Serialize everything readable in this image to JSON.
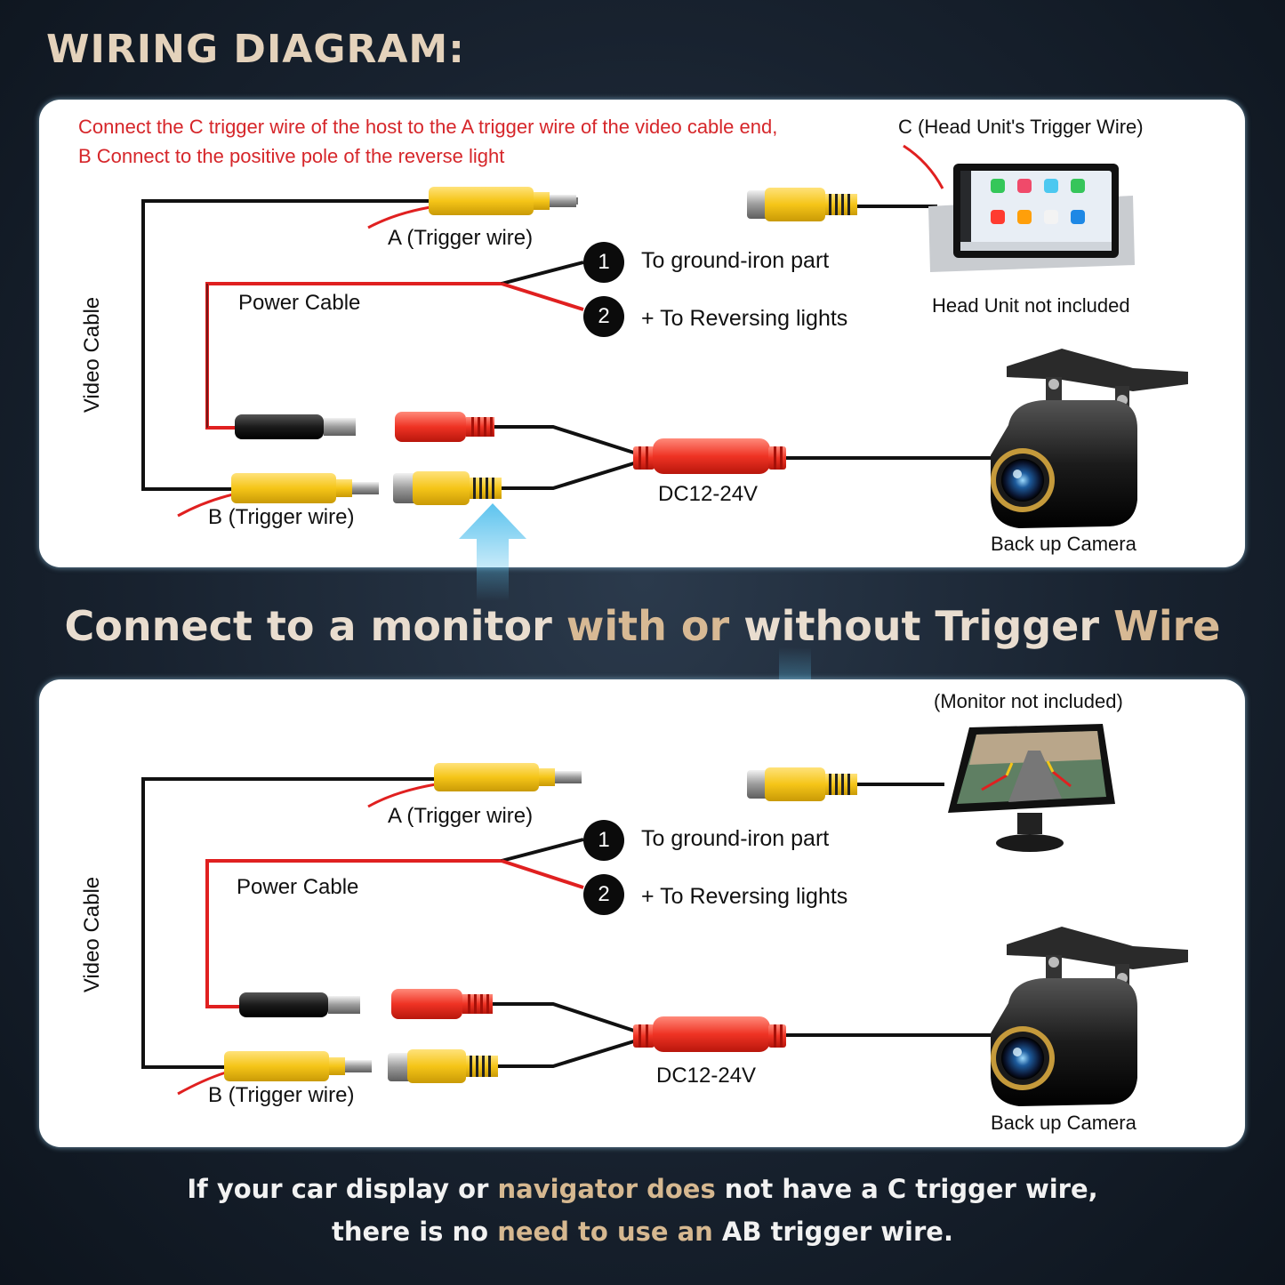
{
  "title": "WIRING DIAGRAM:",
  "note": {
    "line1": "Connect the C trigger wire of the host to the A trigger wire of the video cable end,",
    "line2": "B Connect to the positive pole of the reverse light"
  },
  "panel1": {
    "video_cable": "Video Cable",
    "a_trigger": "A (Trigger wire)",
    "b_trigger": "B (Trigger wire)",
    "power_cable": "Power Cable",
    "step1_num": "1",
    "step1": "To ground-iron part",
    "step2_num": "2",
    "step2": "+ To Reversing lights",
    "c_trigger": "C (Head Unit's Trigger Wire)",
    "head_unit": "Head Unit not included",
    "voltage": "DC12-24V",
    "camera": "Back up Camera"
  },
  "middle_title": {
    "part1": "Connect to a monitor ",
    "part2": "with or ",
    "part3": "without Trigger ",
    "part4": "Wire"
  },
  "panel2": {
    "video_cable": "Video Cable",
    "a_trigger": "A (Trigger wire)",
    "b_trigger": "B (Trigger wire)",
    "power_cable": "Power Cable",
    "step1_num": "1",
    "step1": "To ground-iron part",
    "step2_num": "2",
    "step2": "+ To Reversing lights",
    "monitor": "(Monitor not included)",
    "voltage": "DC12-24V",
    "camera": "Back up Camera"
  },
  "footer": {
    "l1_a": "If your car display or ",
    "l1_b": "navigator does ",
    "l1_c": "not have a C trigger wire,",
    "l2_a": "there is no ",
    "l2_b": "need to use an ",
    "l2_c": "AB trigger wire."
  },
  "colors": {
    "rca_yellow": "#f5c518",
    "wire_red": "#e02020",
    "accent_gold": "#d7b994",
    "arrow_blue": "#5cc3ee"
  }
}
